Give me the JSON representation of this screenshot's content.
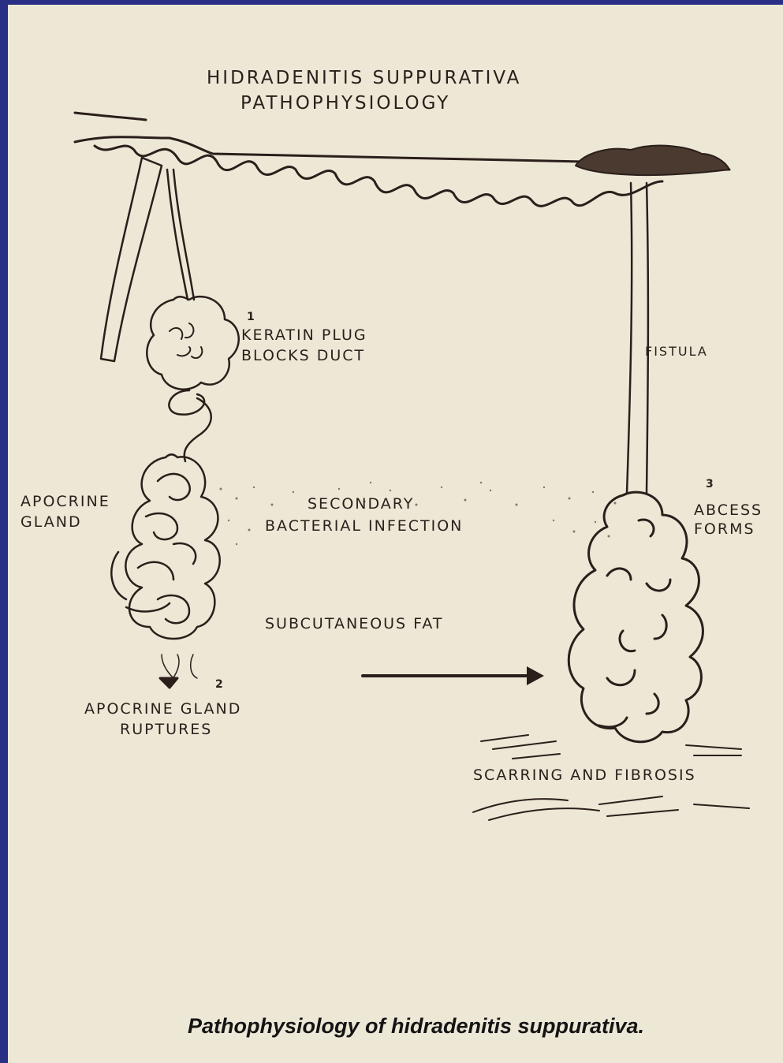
{
  "title": {
    "line1": "HIDRADENITIS SUPPURATIVA",
    "line2": "PATHOPHYSIOLOGY"
  },
  "labels": {
    "step1_number": "1",
    "keratin_line1": "KERATIN PLUG",
    "keratin_line2": "BLOCKS DUCT",
    "apocrine_line1": "APOCRINE",
    "apocrine_line2": "GLAND",
    "infection_line1": "SECONDARY",
    "infection_line2": "BACTERIAL INFECTION",
    "fat": "SUBCUTANEOUS FAT",
    "step2_number": "2",
    "rupture_line1": "APOCRINE GLAND",
    "rupture_line2": "RUPTURES",
    "fistula": "FISTULA",
    "step3_number": "3",
    "abscess_line1": "ABCESS",
    "abscess_line2": "FORMS",
    "scarring": "SCARRING AND FIBROSIS"
  },
  "caption": "Pathophysiology of hidradenitis suppurativa.",
  "colors": {
    "frame": "#2a2f86",
    "paper": "#ede7d6",
    "ink": "#2a1f1a"
  }
}
